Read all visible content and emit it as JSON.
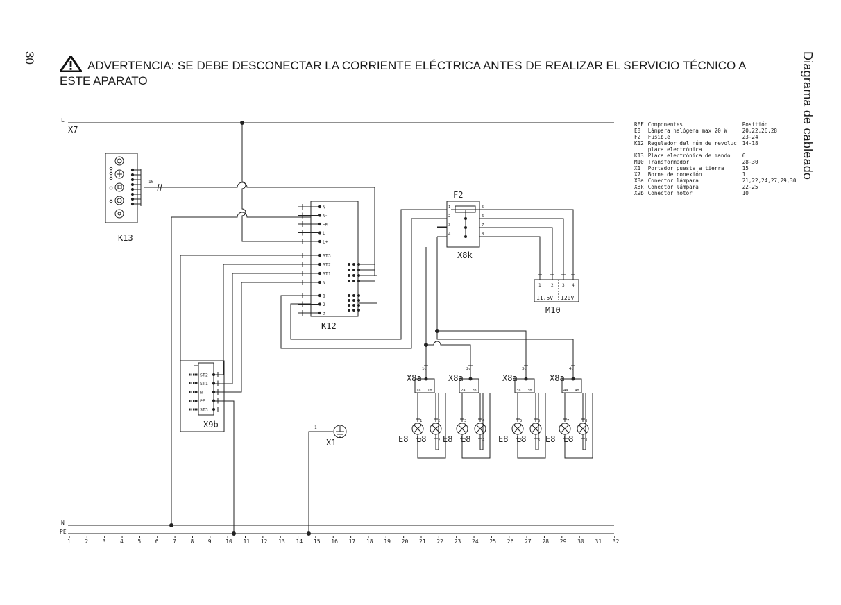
{
  "page_number": "30",
  "side_title": "Diagrama de cableado",
  "warning_icon": "warning-triangle-icon",
  "warning_text": "ADVERTENCIA: SE DEBE DESCONECTAR LA CORRIENTE ELÉCTRICA ANTES DE REALIZAR EL SERVICIO TÉCNICO A ESTE APARATO",
  "legend": {
    "headers": {
      "ref": "REF",
      "comp": "Componentes",
      "pos": "Positión"
    },
    "rows": [
      {
        "ref": "E8",
        "comp": "Lámpara halógena max 20 W",
        "pos": "20,22,26,28"
      },
      {
        "ref": "F2",
        "comp": "Fusible",
        "pos": "23-24"
      },
      {
        "ref": "K12",
        "comp": "Regulador del núm de revoluc placa electrónica",
        "pos": "14-18"
      },
      {
        "ref": "K13",
        "comp": "Placa electrónica de mando",
        "pos": "6"
      },
      {
        "ref": "M10",
        "comp": "Transformador",
        "pos": "28-30"
      },
      {
        "ref": "X1",
        "comp": "Portador puesta a tierra",
        "pos": "15"
      },
      {
        "ref": "X7",
        "comp": "Borne de conexión",
        "pos": "1"
      },
      {
        "ref": "X8a",
        "comp": "Conector lámpara",
        "pos": "21,22,24,27,29,30"
      },
      {
        "ref": "X8k",
        "comp": "Conector lámpara",
        "pos": "22-25"
      },
      {
        "ref": "X9b",
        "comp": "Conector motor",
        "pos": "10"
      }
    ]
  },
  "labels": {
    "L": "L",
    "X7": "X7",
    "N": "N",
    "PE": "PE",
    "K13": "K13",
    "K12": "K12",
    "F2": "F2",
    "X8k": "X8k",
    "M10": "M10",
    "X9b": "X9b",
    "X1": "X1",
    "X8a": "X8a",
    "E8": "E8",
    "v1": "11,5V",
    "v2": "120V",
    "k13_wire": "10"
  },
  "k12_top_pins": [
    "N",
    "N~",
    "~K",
    "L",
    "L+"
  ],
  "k12_mid_pins": [
    "ST3",
    "ST2",
    "ST1",
    "N"
  ],
  "k12_bot_pins": [
    "1",
    "2",
    "3"
  ],
  "x9b_pins": [
    "ST2",
    "ST1",
    "N",
    "PE",
    "ST3"
  ],
  "x8k_left_pins": [
    "1",
    "2",
    "3",
    "4"
  ],
  "x8k_right_pins": [
    "5",
    "6",
    "7",
    "8"
  ],
  "m10_pins": [
    "1",
    "2",
    "3",
    "4"
  ],
  "x8a_top_pins": [
    "1c",
    "2c",
    "3c",
    "4c"
  ],
  "x8a_bottom_pins": [
    "1a",
    "1b",
    "2a",
    "2b",
    "3a",
    "3b",
    "4a",
    "4b"
  ],
  "lamp_pins": [
    "1",
    "2",
    "3",
    "4",
    "5",
    "6",
    "7",
    "8"
  ],
  "ground_pin": "1",
  "grid_numbers": [
    "1",
    "2",
    "3",
    "4",
    "5",
    "6",
    "7",
    "8",
    "9",
    "10",
    "11",
    "12",
    "13",
    "14",
    "15",
    "16",
    "17",
    "18",
    "19",
    "20",
    "21",
    "22",
    "23",
    "24",
    "25",
    "26",
    "27",
    "28",
    "29",
    "30",
    "31",
    "32"
  ]
}
